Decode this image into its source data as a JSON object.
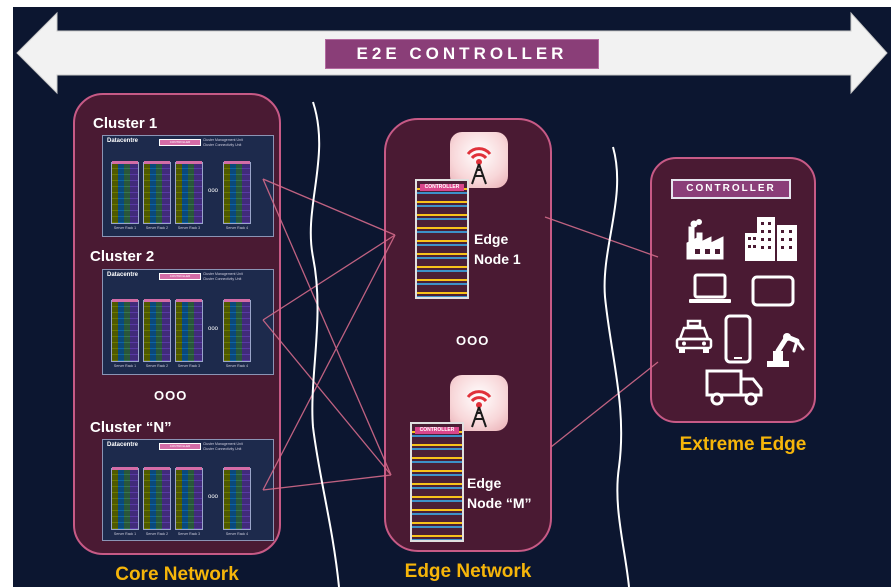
{
  "banner": {
    "title": "E2E CONTROLLER"
  },
  "core": {
    "region_label": "Core Network",
    "clusters": [
      {
        "title": "Cluster 1",
        "dc_title": "Datacentre",
        "ctrl": "CONTROLLER",
        "legend1": "Cluster Management Unit",
        "legend2": "Cluster Connectivity Unit",
        "racks": [
          "Server Rack 1",
          "Server Rack 2",
          "Server Rack 3",
          "Server Rack 4"
        ]
      },
      {
        "title": "Cluster 2",
        "dc_title": "Datacentre",
        "ctrl": "CONTROLLER",
        "legend1": "Cluster Management Unit",
        "legend2": "Cluster Connectivity Unit",
        "racks": [
          "Server Rack 1",
          "Server Rack 2",
          "Server Rack 3",
          "Server Rack 4"
        ]
      },
      {
        "title": "Cluster “N”",
        "dc_title": "Datacentre",
        "ctrl": "CONTROLLER",
        "legend1": "Cluster Management Unit",
        "legend2": "Cluster Connectivity Unit",
        "racks": [
          "Server Rack 1",
          "Server Rack 2",
          "Server Rack 3",
          "Server Rack 4"
        ]
      }
    ],
    "rack_dots": "ooo",
    "dots": "OOO"
  },
  "edge": {
    "region_label": "Edge Network",
    "node1": {
      "line1": "Edge",
      "line2": "Node 1",
      "ctrl": "CONTROLLER"
    },
    "nodeM": {
      "line1": "Edge",
      "line2": "Node “M”",
      "ctrl": "CONTROLLER"
    },
    "dots": "OOO"
  },
  "extreme": {
    "region_label": "Extreme Edge",
    "controller": "CONTROLLER",
    "icons": [
      "factory-icon",
      "buildings-icon",
      "laptop-icon",
      "tablet-icon",
      "car-icon",
      "phone-icon",
      "robot-arm-icon",
      "truck-icon"
    ]
  },
  "colors": {
    "background": "#0c1630",
    "panel": "#4a1a33",
    "panel_border": "#c75a86",
    "accent_label": "#f6b50a",
    "controller_purple": "#8a3e78"
  }
}
